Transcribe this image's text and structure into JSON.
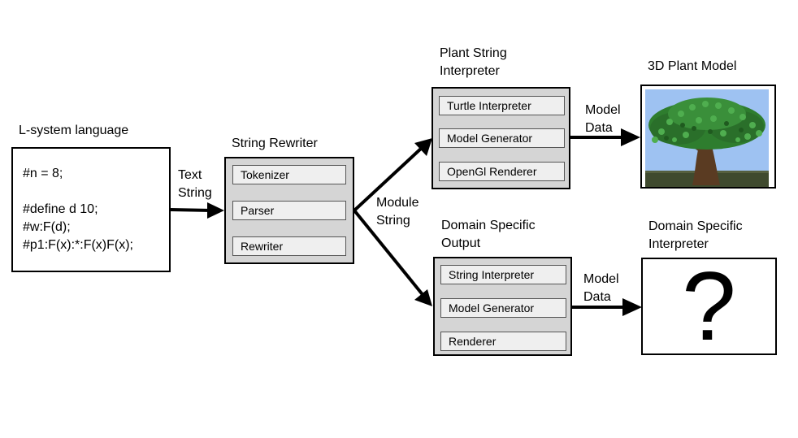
{
  "lsystem": {
    "title": "L-system language",
    "lines": [
      "#n = 8;",
      "",
      "#define d 10;",
      "#w:F(d);",
      "#p1:F(x):*:F(x)F(x);"
    ]
  },
  "edges": {
    "text_string": [
      "Text",
      "String"
    ],
    "module_string": [
      "Module",
      "String"
    ],
    "model_data_top": [
      "Model",
      "Data"
    ],
    "model_data_bottom": [
      "Model",
      "Data"
    ]
  },
  "rewriter": {
    "title": "String Rewriter",
    "steps": [
      "Tokenizer",
      "Parser",
      "Rewriter"
    ]
  },
  "plant_interpreter": {
    "title": [
      "Plant String",
      "Interpreter"
    ],
    "steps": [
      "Turtle Interpreter",
      "Model Generator",
      "OpenGl Renderer"
    ]
  },
  "domain_output": {
    "title": [
      "Domain Specific",
      "Output"
    ],
    "steps": [
      "String Interpreter",
      "Model Generator",
      "Renderer"
    ]
  },
  "plant_model": {
    "title": "3D Plant Model",
    "image": "tree-render"
  },
  "domain_interpreter": {
    "title": [
      "Domain Specific",
      "Interpreter"
    ],
    "symbol": "?"
  },
  "colors": {
    "box_gray": "#d5d5d5",
    "step_fill": "#efefef",
    "sky": "#9ec2f2",
    "foliage": "#2e7d2e",
    "trunk": "#5a3b22",
    "ground": "#3f4a2e"
  }
}
